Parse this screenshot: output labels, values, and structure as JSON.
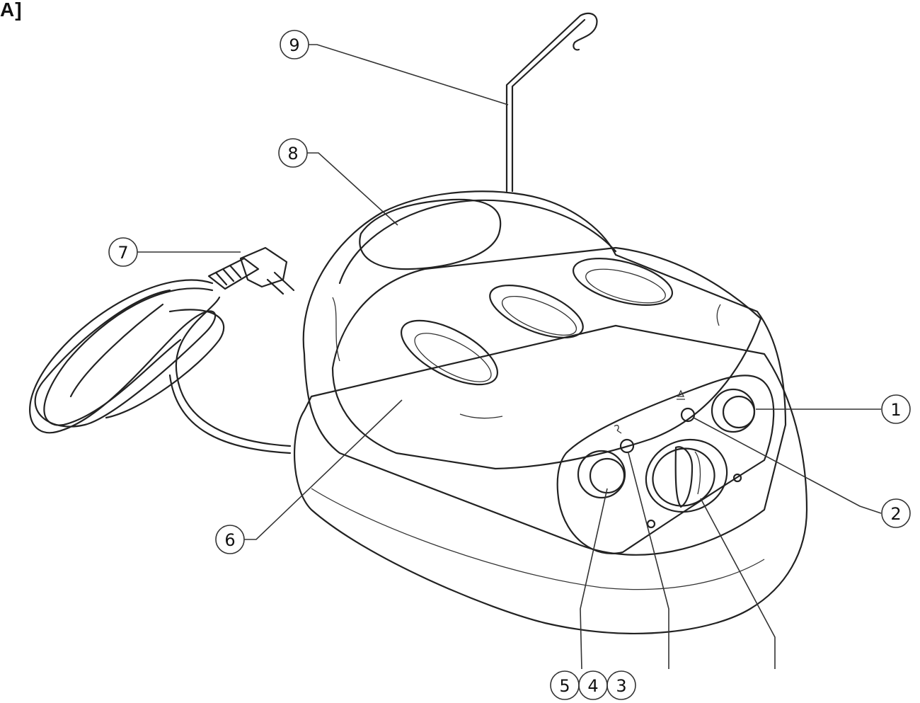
{
  "figure_label": "A]",
  "callouts": [
    {
      "id": "1",
      "label": "1"
    },
    {
      "id": "2",
      "label": "2"
    },
    {
      "id": "3",
      "label": "3"
    },
    {
      "id": "4",
      "label": "4"
    },
    {
      "id": "5",
      "label": "5"
    },
    {
      "id": "6",
      "label": "6"
    },
    {
      "id": "7",
      "label": "7"
    },
    {
      "id": "8",
      "label": "8"
    },
    {
      "id": "9",
      "label": "9"
    }
  ],
  "colors": {
    "body": "#f6f6f6",
    "panel_gray": "#bdbdbd",
    "outline": "#222222",
    "background": "#ffffff"
  }
}
